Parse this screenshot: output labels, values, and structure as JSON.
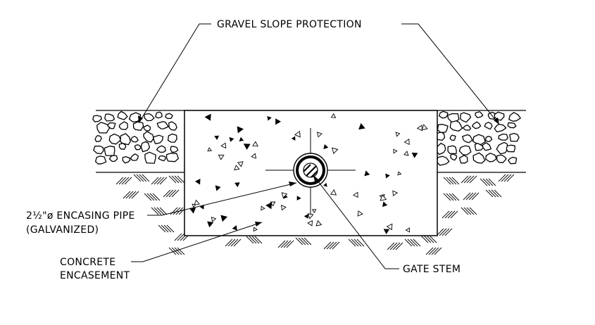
{
  "labels": {
    "gravel": "GRAVEL SLOPE PROTECTION",
    "pipe_line1": "2½\"ø ENCASING PIPE",
    "pipe_line2": "(GALVANIZED)",
    "concrete_line1": "CONCRETE",
    "concrete_line2": "ENCASEMENT",
    "gate_stem": "GATE STEM"
  },
  "colors": {
    "ink": "#000000",
    "paper": "#ffffff"
  }
}
